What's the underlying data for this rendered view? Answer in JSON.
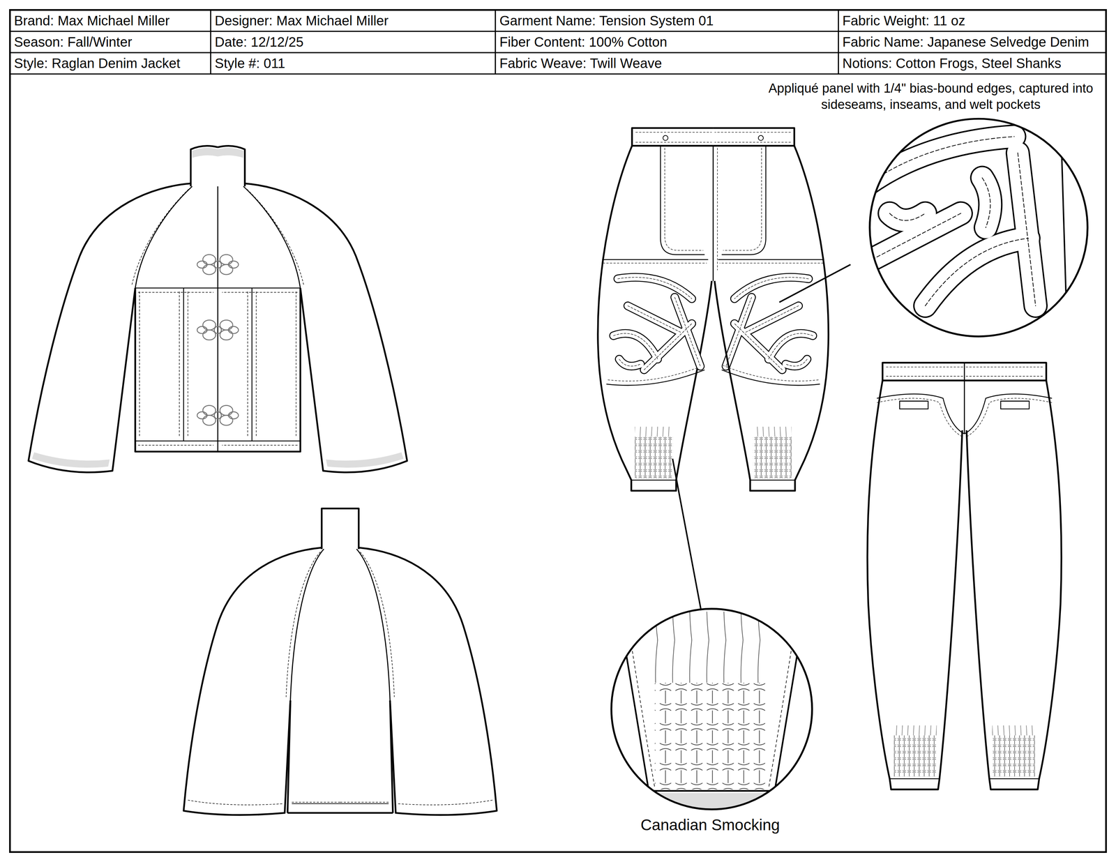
{
  "diagram": {
    "labels": [
      "Brand: Max Michael Miller",
      "Designer: Max Michael Miller",
      "Garment Name: Tension System 01",
      "Fabric Weight: 11 oz",
      "Season: Fall/Winter",
      "Date: 12/12/25",
      "Fiber Content: 100% Cotton",
      "Fabric Name: Japanese Selvedge Denim",
      "Style: Raglan Denim Jacket",
      "Style #: 011",
      "Fabric Weave: Twill Weave",
      "Notions: Cotton Frogs, Steel Shanks",
      "Appliqué panel with 1/4\" bias-bound edges, captured into sideseams, inseams, and welt pockets",
      "Canadian Smocking"
    ]
  }
}
